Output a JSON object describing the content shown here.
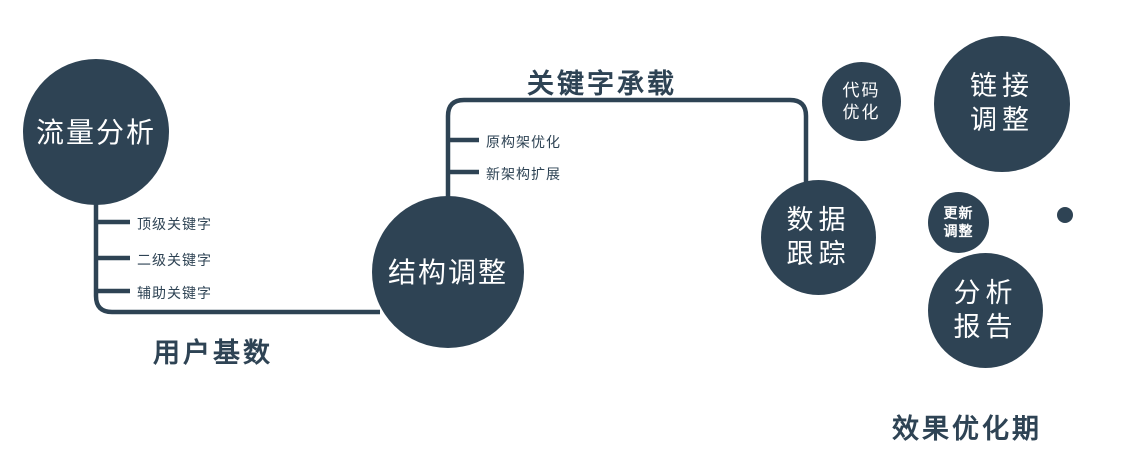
{
  "colors": {
    "primary": "#2e4354",
    "text_dark": "#2e4354",
    "node_text": "#ffffff",
    "background": "#ffffff"
  },
  "nodes": {
    "traffic": {
      "label": "流量分析"
    },
    "structure": {
      "label": "结构调整"
    },
    "tracking": {
      "line1": "数据",
      "line2": "跟踪"
    },
    "code": {
      "line1": "代码",
      "line2": "优化"
    },
    "link": {
      "line1": "链接",
      "line2": "调整"
    },
    "update": {
      "line1": "更新",
      "line2": "调整"
    },
    "report": {
      "line1": "分析",
      "line2": "报告"
    }
  },
  "edges": {
    "user_base": "用户基数",
    "keyword_carry": "关键字承载"
  },
  "branches": {
    "traffic": [
      "顶级关键字",
      "二级关键字",
      "辅助关键字"
    ],
    "structure": [
      "原构架优化",
      "新架构扩展"
    ]
  },
  "footer": "效果优化期"
}
